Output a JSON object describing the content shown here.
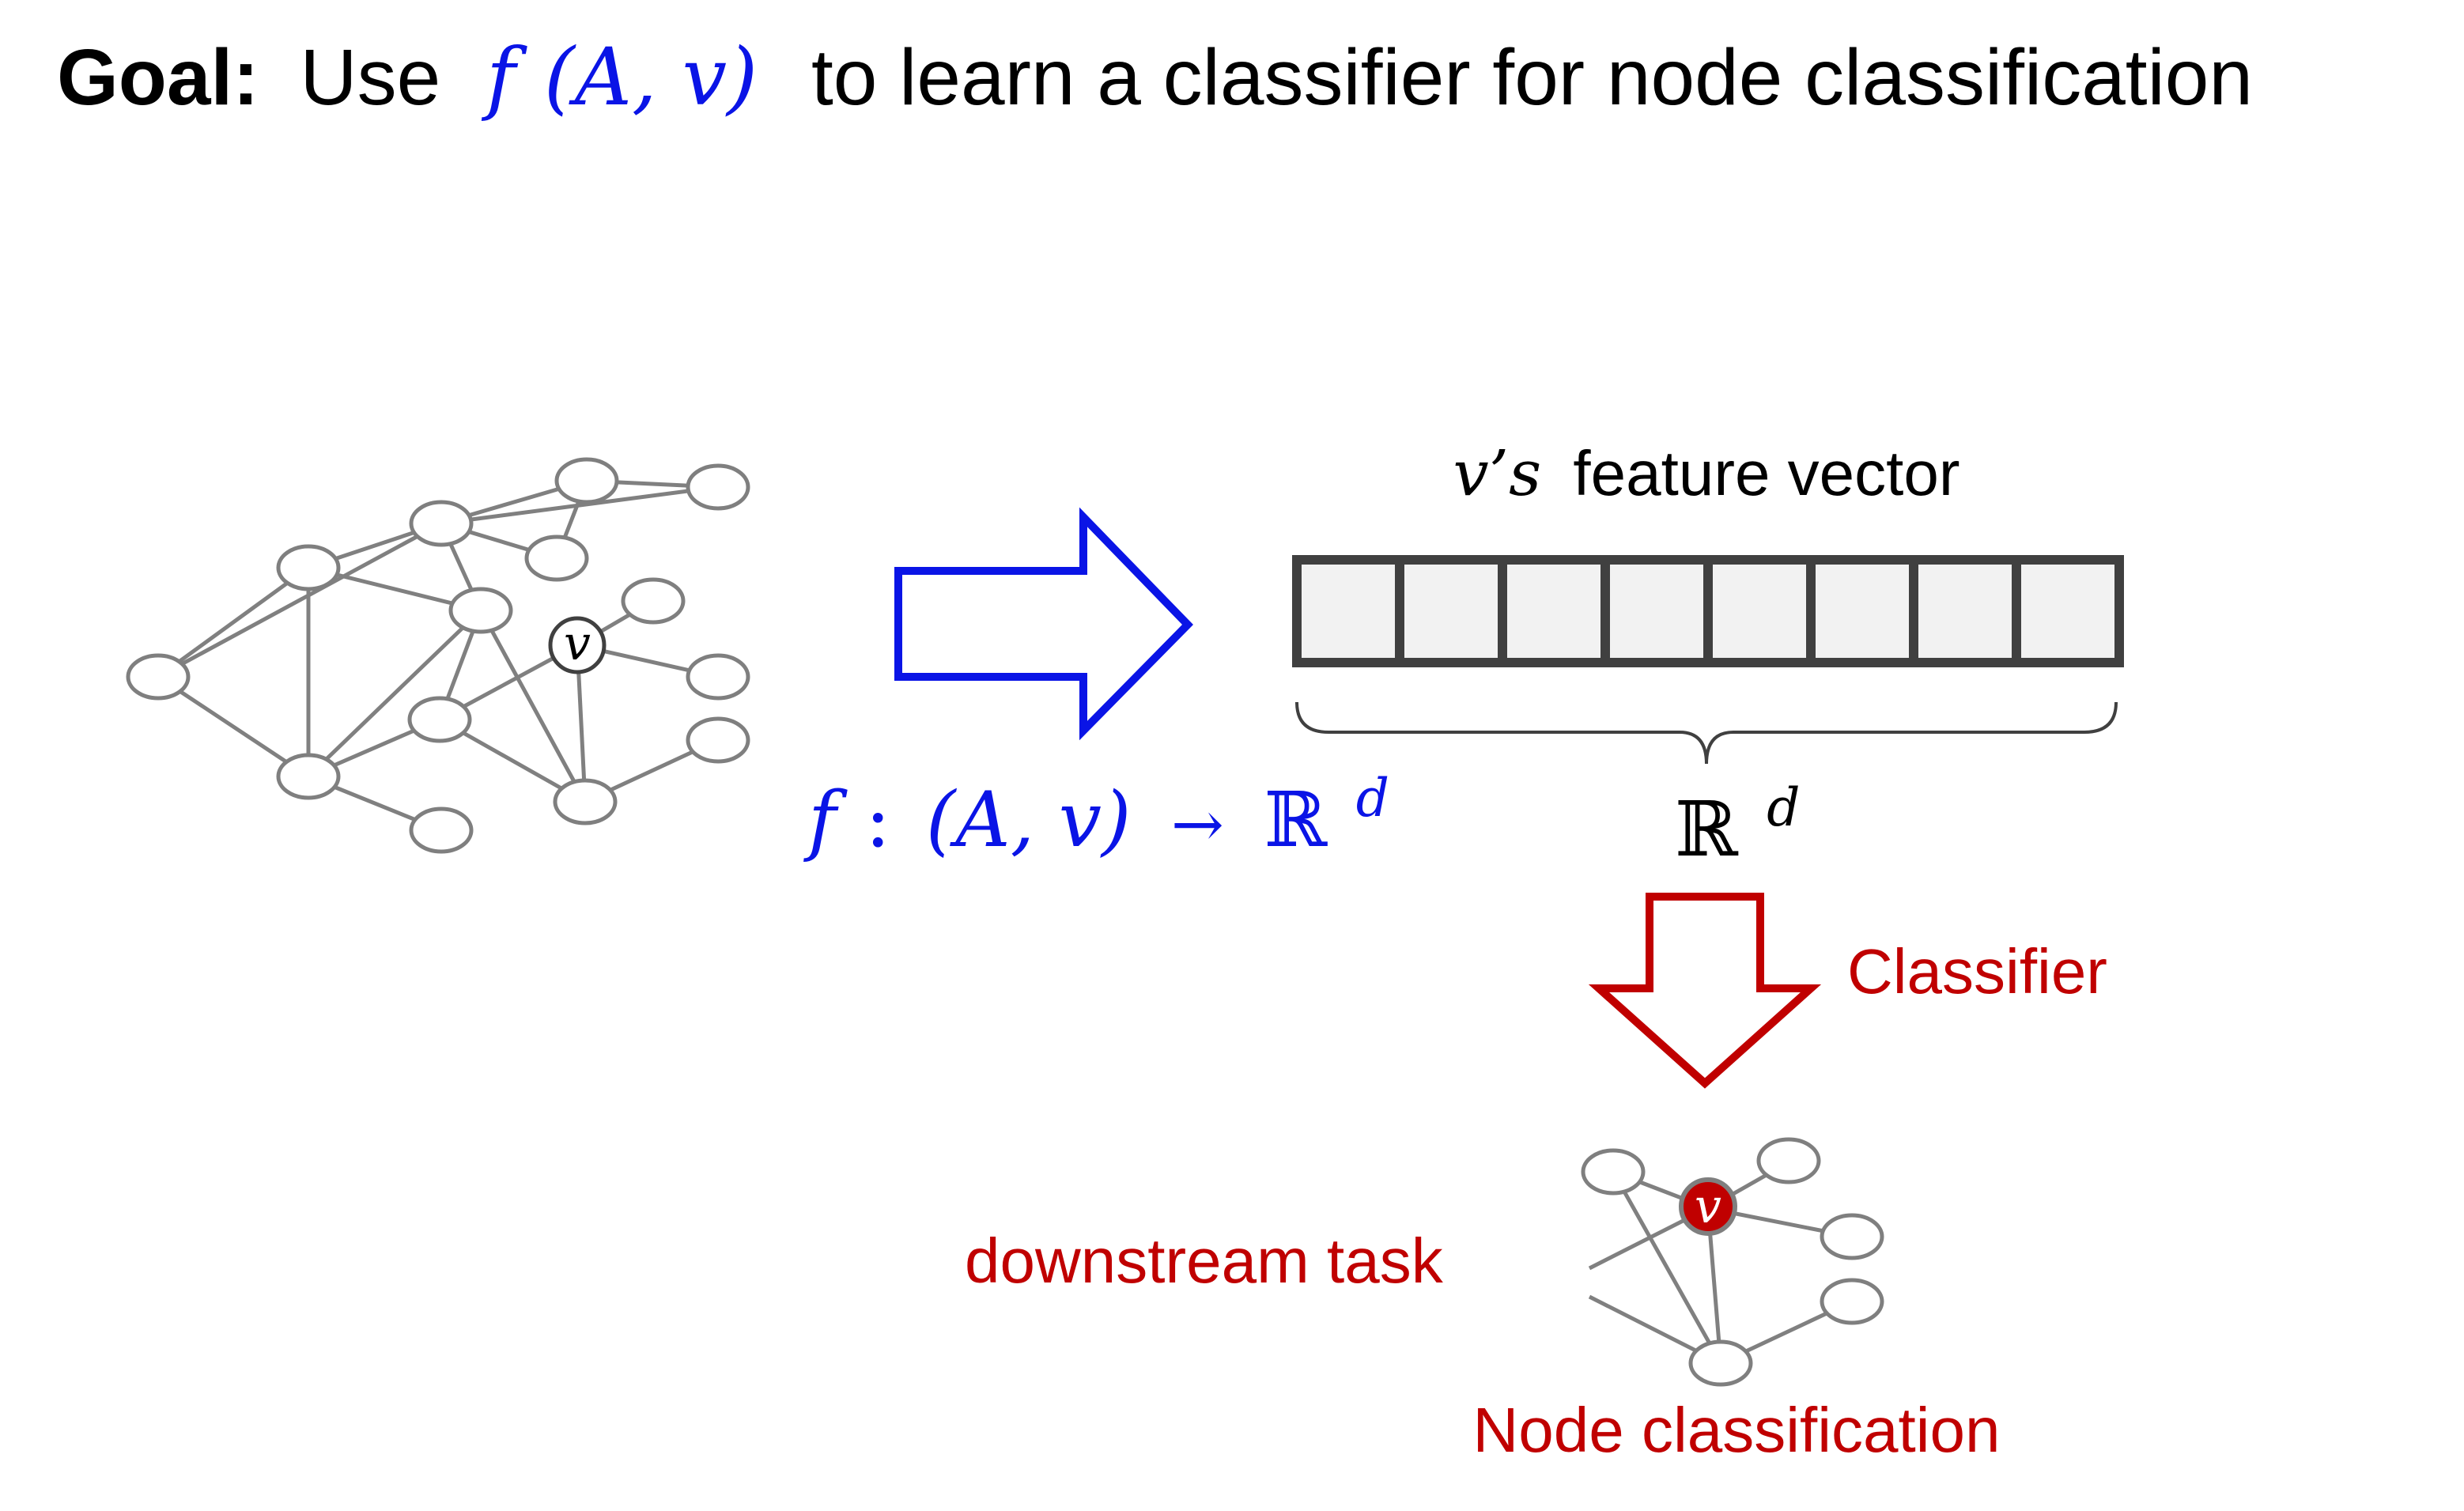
{
  "title": {
    "bold": "Goal:",
    "pre": "Use",
    "func_f": "f",
    "func_args": "(A, v)",
    "post": "to learn a classifier for node classification"
  },
  "colors": {
    "blue": "#0a14e6",
    "red": "#c00000",
    "node_stroke": "#7f7f7f",
    "edge": "#808080",
    "vector_fill": "#f2f2f2",
    "vector_stroke": "#404040",
    "black": "#000000"
  },
  "input_graph": {
    "highlight_label": "v"
  },
  "mapping": {
    "f": "f",
    "colon": ":",
    "args": "(A, v)",
    "arrow": "→",
    "space": "ℝ",
    "sup": "d"
  },
  "feature_vector": {
    "label_var": "v’s",
    "label_text": "feature vector",
    "cells": 8,
    "dim_space": "ℝ",
    "dim_sup": "d"
  },
  "classifier_label": "Classifier",
  "downstream_label": "downstream task",
  "output_graph": {
    "highlight_label": "v",
    "caption": "Node classification"
  }
}
